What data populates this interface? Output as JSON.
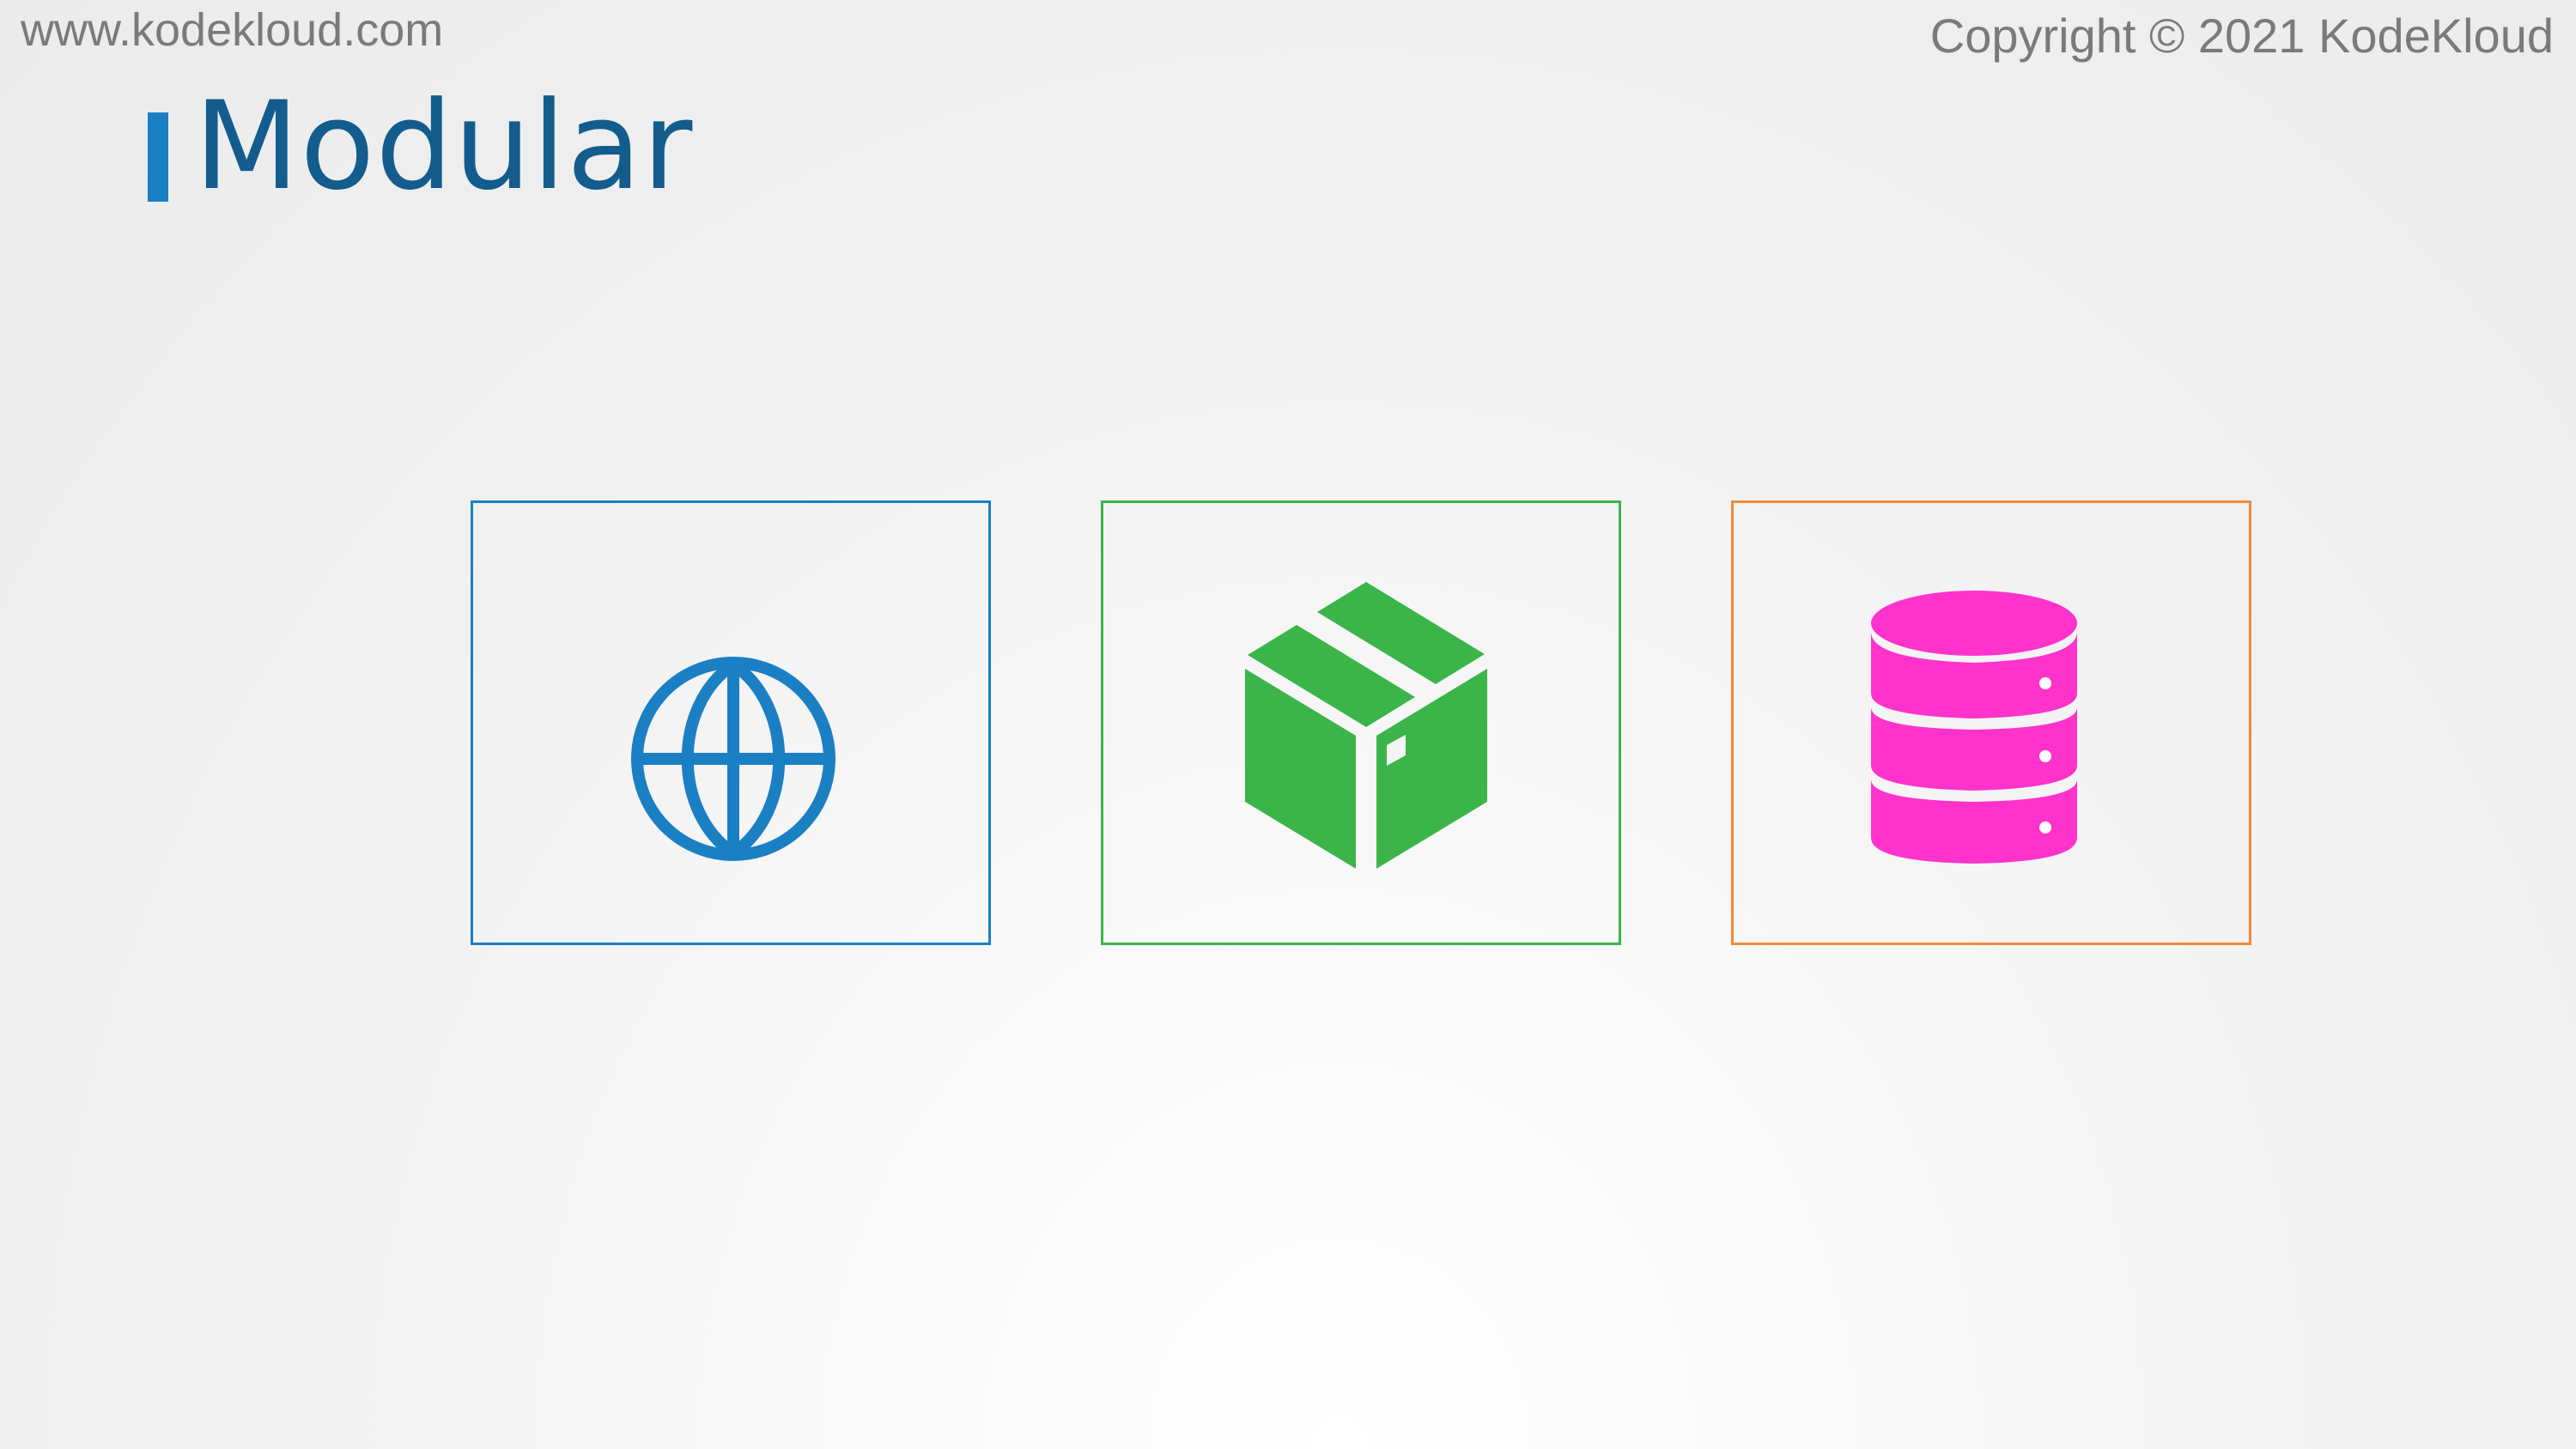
{
  "header": {
    "site_url": "www.kodekloud.com",
    "copyright": "Copyright © 2021 KodeKloud"
  },
  "slide": {
    "title": "Modular",
    "accent_color": "#1b7fc4",
    "title_color": "#135c8d"
  },
  "modules": [
    {
      "icon": "globe-icon",
      "border_color": "#1b7fc4",
      "icon_color": "#1b7fc4"
    },
    {
      "icon": "package-box-icon",
      "border_color": "#3bb54a",
      "icon_color": "#3bb54a"
    },
    {
      "icon": "database-icon",
      "border_color": "#f08a3c",
      "icon_color": "#ff33cc"
    }
  ]
}
